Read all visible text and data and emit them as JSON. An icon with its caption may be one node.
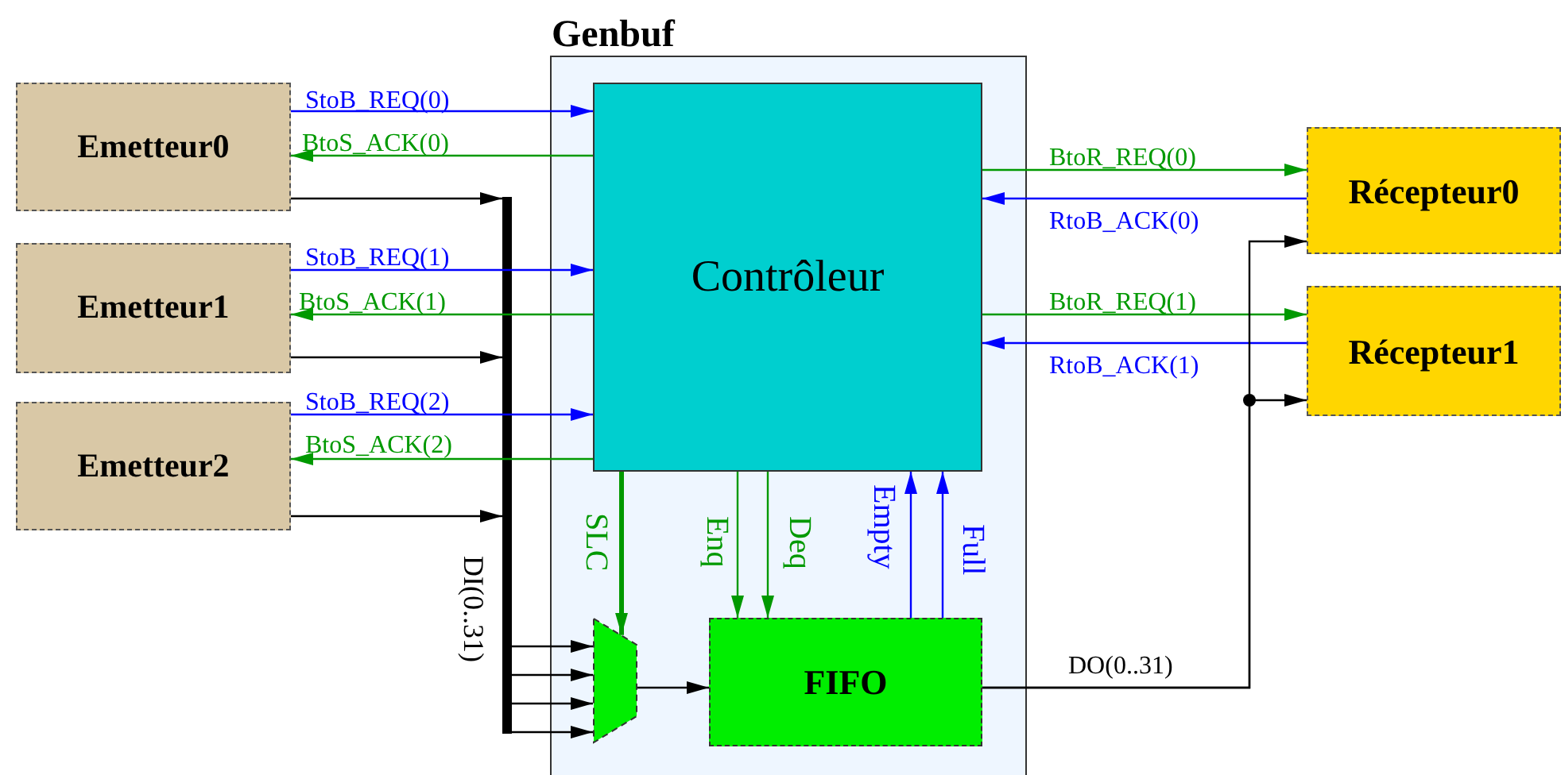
{
  "diagram": {
    "nodes": [
      {
        "text": [
          "Genbuf"
        ]
      },
      {
        "text": [
          "Contrôleur"
        ],
        "in": 0
      },
      {
        "text": [
          "FIFO"
        ],
        "in": 0
      },
      {
        "text": [],
        "shape": "trapezoid",
        "in": 0
      },
      {
        "text": [
          "Emetteur0"
        ]
      },
      {
        "text": [
          "Emetteur1"
        ]
      },
      {
        "text": [
          "Emetteur2"
        ]
      },
      {
        "text": [
          "Récepteur0"
        ]
      },
      {
        "text": [
          "Récepteur1"
        ]
      },
      {
        "text": [],
        "shape": "bar",
        "beside": [
          "DI(0..31)"
        ]
      }
    ],
    "edges": [
      {
        "from": 4,
        "to": 1,
        "arrow": "to",
        "label": "StoB_REQ(0)",
        "color": "#0000ff"
      },
      {
        "from": 1,
        "to": 4,
        "arrow": "to",
        "label": "BtoS_ACK(0)",
        "color": "#009900"
      },
      {
        "from": 4,
        "to": 9,
        "arrow": "to"
      },
      {
        "from": 5,
        "to": 1,
        "arrow": "to",
        "label": "StoB_REQ(1)",
        "color": "#0000ff"
      },
      {
        "from": 1,
        "to": 5,
        "arrow": "to",
        "label": "BtoS_ACK(1)",
        "color": "#009900"
      },
      {
        "from": 5,
        "to": 9,
        "arrow": "to"
      },
      {
        "from": 6,
        "to": 1,
        "arrow": "to",
        "label": "StoB_REQ(2)",
        "color": "#0000ff"
      },
      {
        "from": 1,
        "to": 6,
        "arrow": "to",
        "label": "BtoS_ACK(2)",
        "color": "#009900"
      },
      {
        "from": 6,
        "to": 9,
        "arrow": "to"
      },
      {
        "from": 1,
        "to": 7,
        "arrow": "to",
        "label": "BtoR_REQ(0)",
        "color": "#009900"
      },
      {
        "from": 7,
        "to": 1,
        "arrow": "to",
        "label": "RtoB_ACK(0)",
        "color": "#0000ff"
      },
      {
        "from": 1,
        "to": 8,
        "arrow": "to",
        "label": "BtoR_REQ(1)",
        "color": "#009900"
      },
      {
        "from": 8,
        "to": 1,
        "arrow": "to",
        "label": "RtoB_ACK(1)",
        "color": "#0000ff"
      },
      {
        "from": 1,
        "to": 3,
        "arrow": "to",
        "label": "SLC",
        "style": "thick",
        "color": "#009900"
      },
      {
        "from": 1,
        "to": 2,
        "arrow": "to",
        "label": "Enq",
        "color": "#009900"
      },
      {
        "from": 1,
        "to": 2,
        "arrow": "to",
        "label": "Deq",
        "color": "#009900"
      },
      {
        "from": 2,
        "to": 1,
        "arrow": "to",
        "label": "Empty",
        "color": "#0000ff"
      },
      {
        "from": 2,
        "to": 1,
        "arrow": "to",
        "label": "Full",
        "color": "#0000ff"
      },
      {
        "from": 9,
        "to": 3,
        "arrow": "to"
      },
      {
        "from": 9,
        "to": 3,
        "arrow": "to"
      },
      {
        "from": 9,
        "to": 3,
        "arrow": "to"
      },
      {
        "from": 9,
        "to": 3,
        "arrow": "to"
      },
      {
        "from": 3,
        "to": 2,
        "arrow": "to"
      },
      {
        "from": 2,
        "to": 7,
        "arrow": "to",
        "label": "DO(0..31)"
      },
      {
        "from": 2,
        "to": 8,
        "arrow": "to"
      }
    ]
  }
}
